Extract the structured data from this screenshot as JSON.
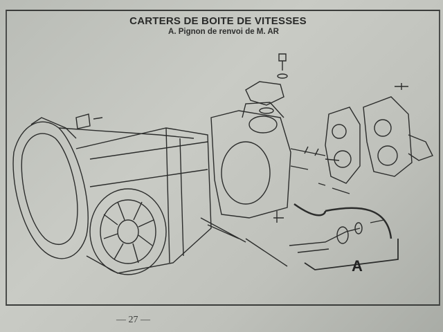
{
  "title": "CARTERS DE BOITE DE VITESSES",
  "subtitle": "A. Pignon de renvoi de M. AR",
  "callout_label": "A",
  "page_number": "— 27 —"
}
